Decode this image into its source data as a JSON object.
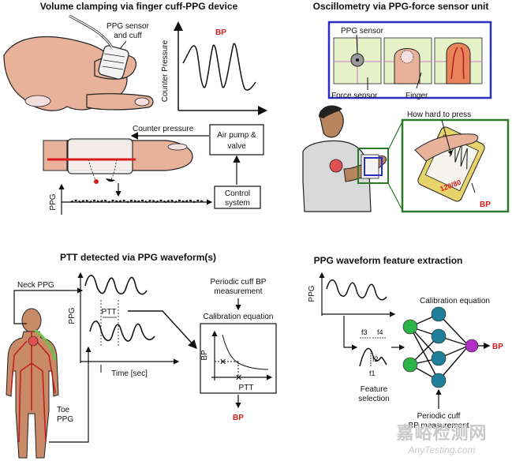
{
  "panels": {
    "top_left": {
      "title": "Volume clamping via finger cuff-PPG device",
      "sensor_label_1": "PPG sensor",
      "sensor_label_2": "and cuff",
      "bp_label": "BP",
      "ylabel": "Counter Pressure",
      "counter_pressure_label": "Counter pressure",
      "air_pump_1": "Air pump &",
      "air_pump_2": "valve",
      "control_1": "Control",
      "control_2": "system",
      "ppg_label": "PPG"
    },
    "top_right": {
      "title": "Oscillometry via PPG-force sensor unit",
      "ppg_sensor": "PPG sensor",
      "force_sensor": "Force sensor",
      "finger": "Finger",
      "how_hard": "How hard to press",
      "bp_label": "BP",
      "device_readout": "120/80"
    },
    "bottom_left": {
      "title": "PTT detected via PPG waveform(s)",
      "neck_ppg": "Neck PPG",
      "ppg_label": "PPG",
      "ptt_label": "PTT",
      "time_label": "Time [sec]",
      "toe_ppg_1": "Toe",
      "toe_ppg_2": "PPG",
      "periodic_1": "Periodic cuff BP",
      "periodic_2": "measurement",
      "calibration": "Calibration equation",
      "graph_ylabel": "BP",
      "graph_xlabel": "PTT",
      "bp_label": "BP"
    },
    "bottom_right": {
      "title": "PPG waveform feature extraction",
      "ppg_label": "PPG",
      "calibration": "Calibration equation",
      "f1": "f1",
      "f2": "f2",
      "f3": "f3",
      "f4": "f4",
      "feature_1": "Feature",
      "feature_2": "selection",
      "periodic_1": "Periodic cuff",
      "periodic_2": "BP measurement",
      "bp_label": "BP"
    }
  },
  "watermark": {
    "line1": "嘉峪检测网",
    "line2": "AnyTesting.com"
  },
  "colors": {
    "bp_red": "#d81b1b",
    "box_blue": "#2a2fc4",
    "box_green": "#2a7a2a",
    "node_green": "#2bb34a",
    "node_teal": "#1f7f9a",
    "node_purple": "#b02fc4",
    "artery_red": "#c21f1f"
  }
}
